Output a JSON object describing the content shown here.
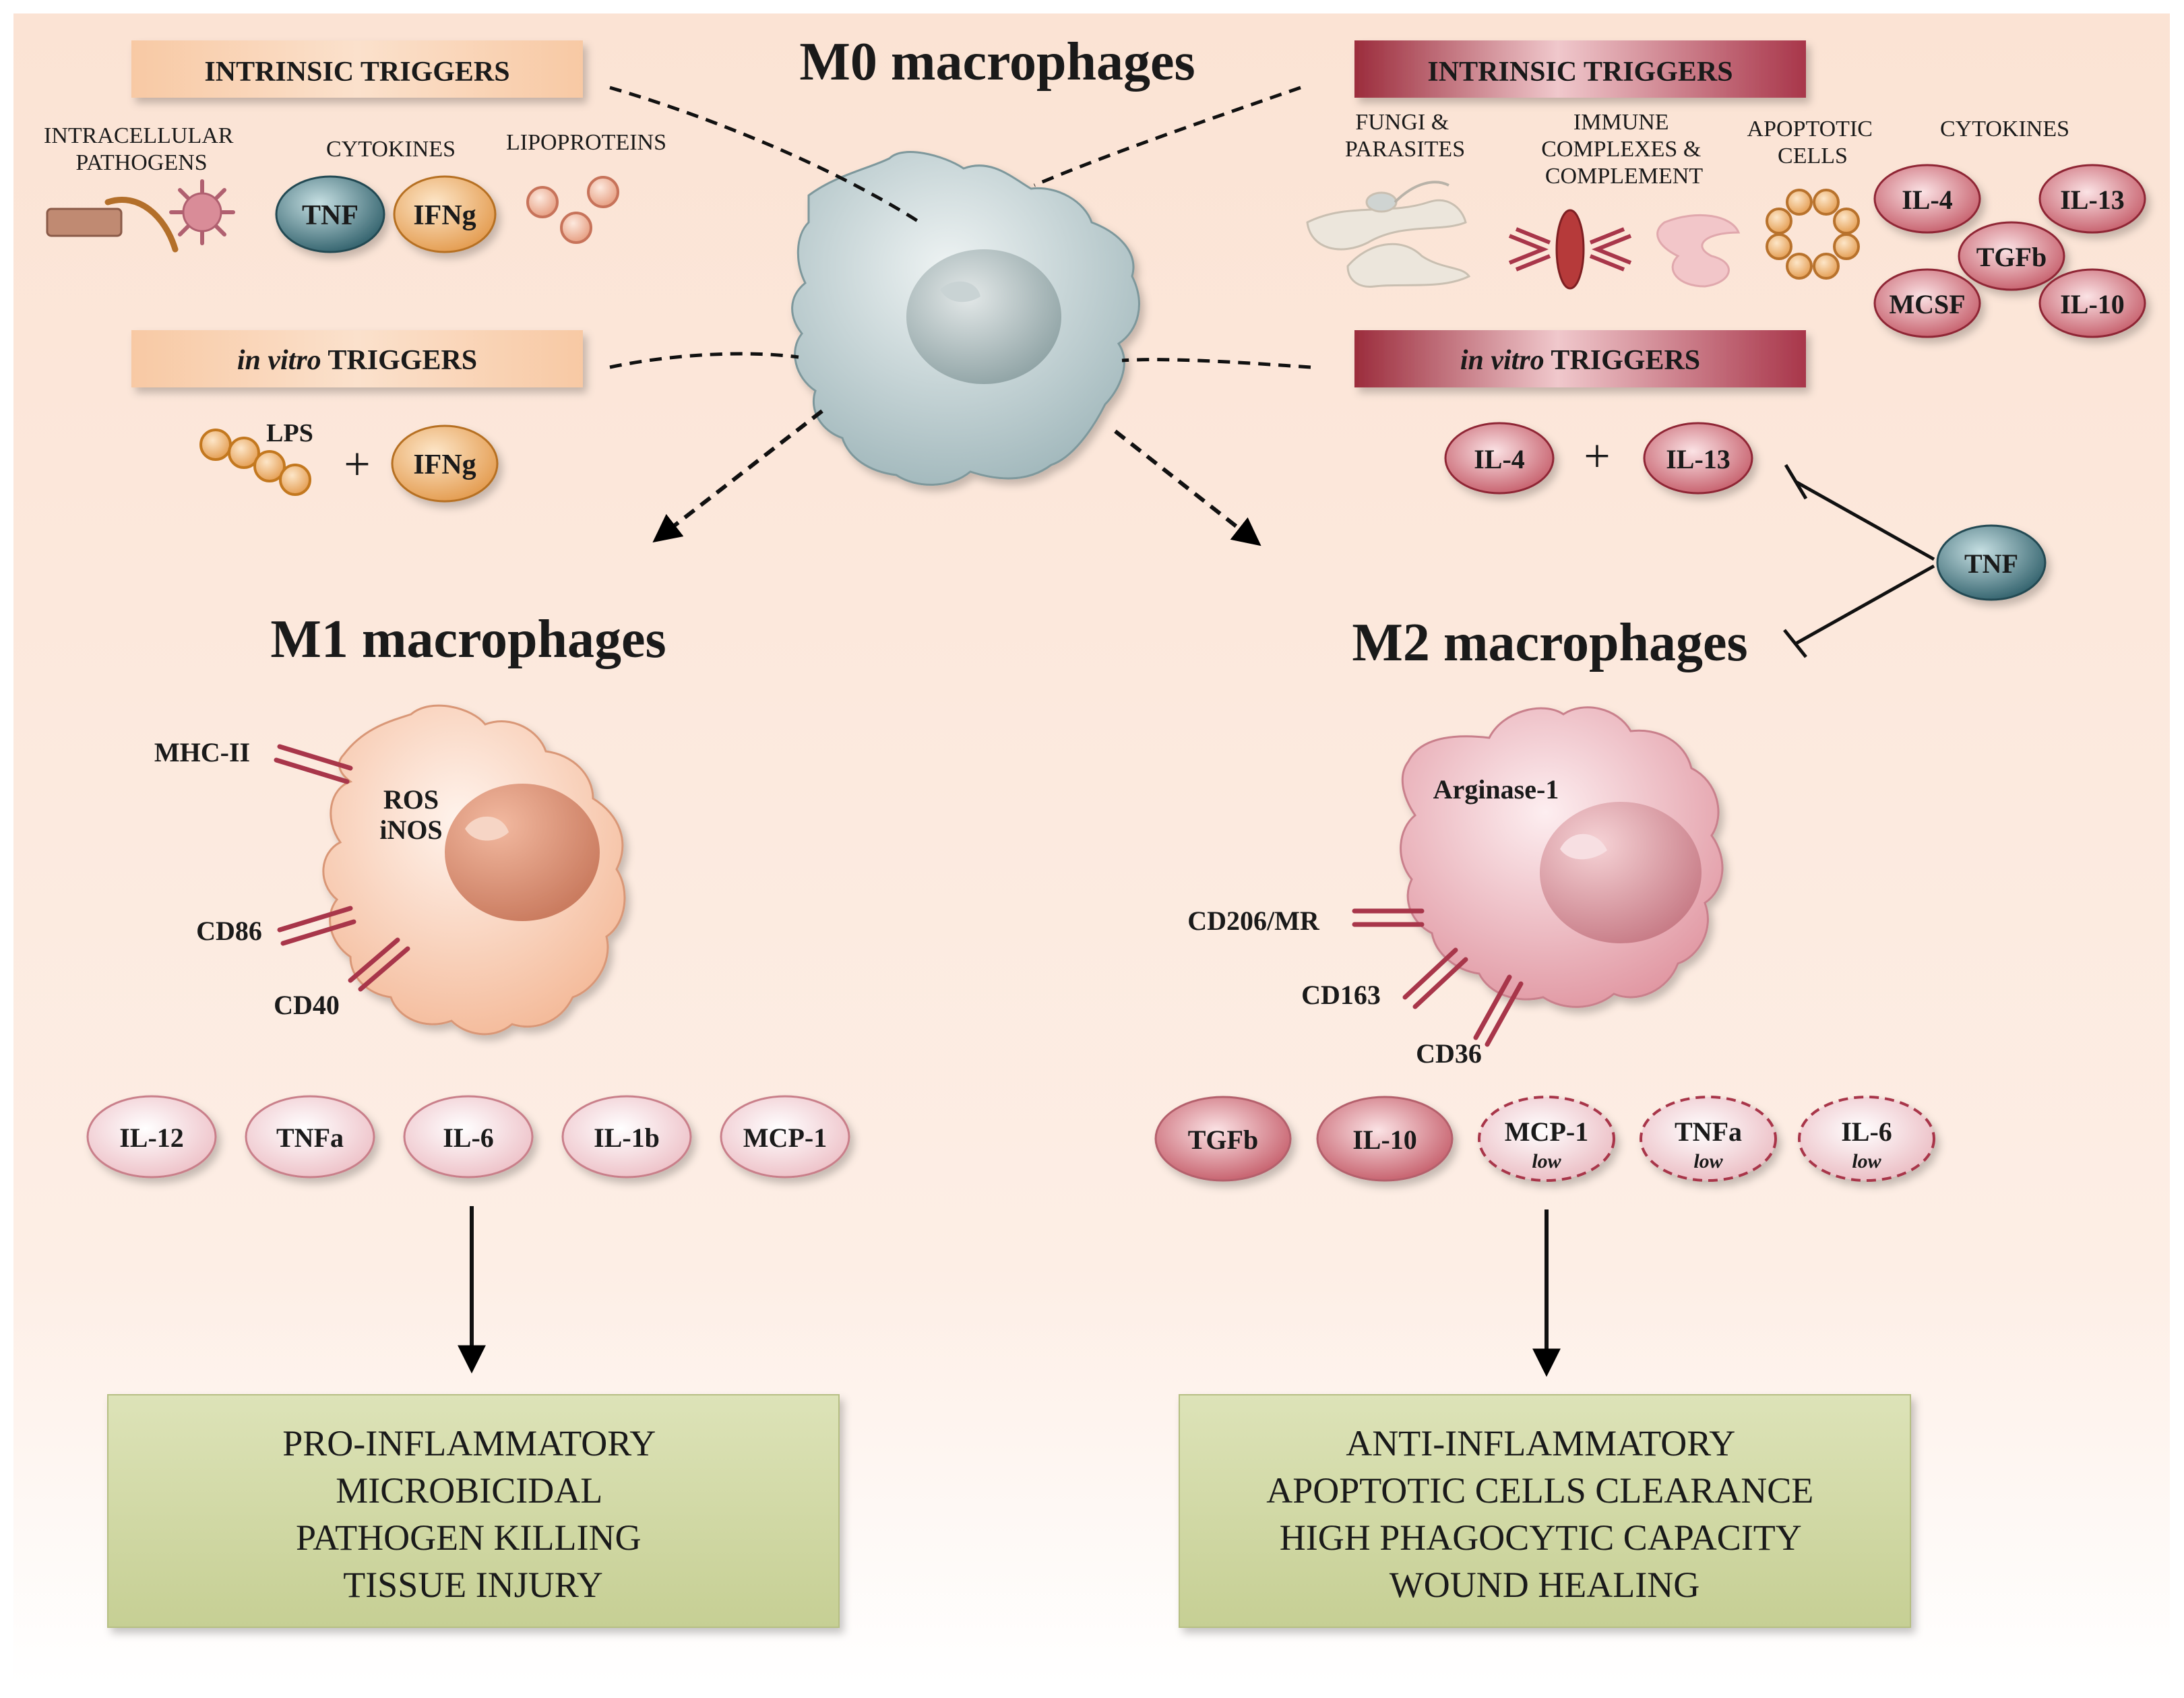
{
  "m0": {
    "title": "M0 macrophages"
  },
  "left": {
    "intrinsic_label": "INTRINSIC TRIGGERS",
    "intracellular_line1": "INTRACELLULAR",
    "intracellular_line2": "PATHOGENS",
    "cytokines_label": "CYTOKINES",
    "tnf": "TNF",
    "ifng": "IFNg",
    "lipoproteins_label": "LIPOPROTEINS",
    "invitro_italic": "in vitro",
    "invitro_rest": " TRIGGERS",
    "lps": "LPS",
    "plus": "+",
    "ifng2": "IFNg"
  },
  "right": {
    "intrinsic_label": "INTRINSIC TRIGGERS",
    "fungi_line1": "FUNGI &",
    "fungi_line2": "PARASITES",
    "immune_line1": "IMMUNE",
    "immune_line2": "COMPLEXES &",
    "immune_line3": "COMPLEMENT",
    "apoptotic_line1": "APOPTOTIC",
    "apoptotic_line2": "CELLS",
    "cytokines_label": "CYTOKINES",
    "cytokines": [
      "IL-4",
      "IL-13",
      "TGFb",
      "MCSF",
      "IL-10"
    ],
    "invitro_italic": "in vitro",
    "invitro_rest": " TRIGGERS",
    "il4": "IL-4",
    "plus": "+",
    "il13": "IL-13",
    "tnf": "TNF"
  },
  "m1": {
    "title": "M1 macrophages",
    "mhc": "MHC-II",
    "ros": "ROS",
    "inos": "iNOS",
    "cd86": "CD86",
    "cd40": "CD40",
    "cytokines": [
      "IL-12",
      "TNFa",
      "IL-6",
      "IL-1b",
      "MCP-1"
    ],
    "outcomes": [
      "PRO-INFLAMMATORY",
      "MICROBICIDAL",
      "PATHOGEN KILLING",
      "TISSUE INJURY"
    ]
  },
  "m2": {
    "title": "M2 macrophages",
    "arginase": "Arginase-1",
    "cd206": "CD206/MR",
    "cd163": "CD163",
    "cd36": "CD36",
    "cytokines_solid": [
      "TGFb",
      "IL-10"
    ],
    "cytokines_low": [
      "MCP-1",
      "TNFa",
      "IL-6"
    ],
    "low_label": "low",
    "outcomes": [
      "ANTI-INFLAMMATORY",
      "APOPTOTIC CELLS CLEARANCE",
      "HIGH PHAGOCYTIC CAPACITY",
      "WOUND HEALING"
    ]
  },
  "colors": {
    "background": "#fbe6da",
    "m0_cell": "#b3c6c9",
    "m1_cell": "#f6c3a6",
    "m2_cell": "#e8a9b0",
    "orange": "#e7a25b",
    "teal": "#3b6f7a",
    "crimson": "#b5404e",
    "outcome_box": "#cdd6a2"
  }
}
